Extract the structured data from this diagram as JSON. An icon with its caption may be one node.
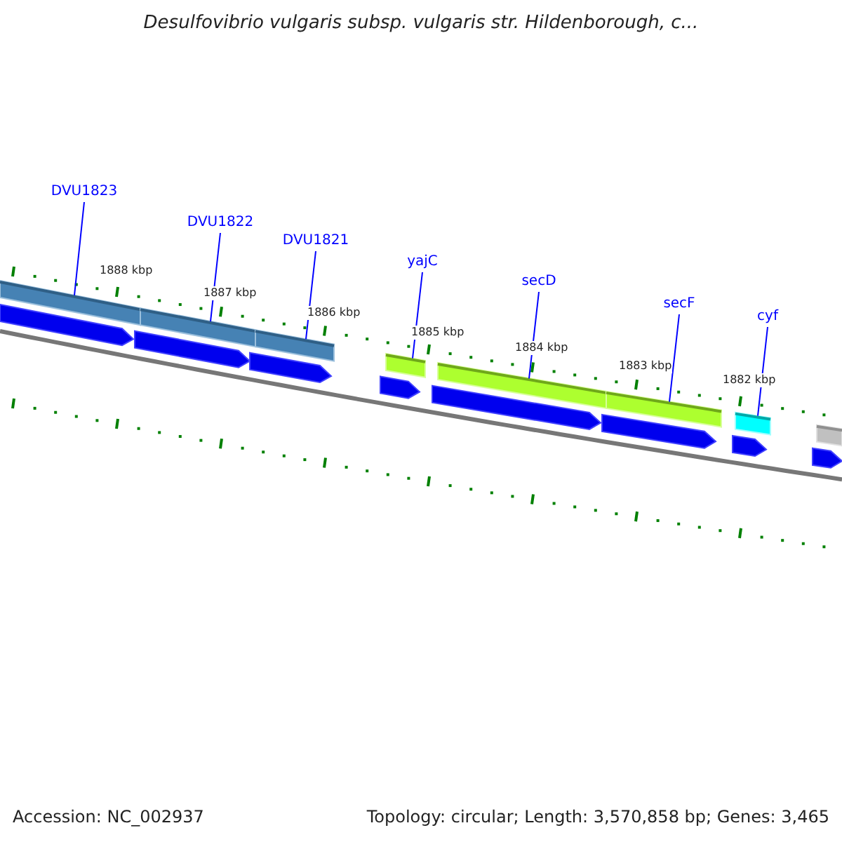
{
  "diagram": {
    "title": "Desulfovibrio vulgaris subsp. vulgaris str. Hildenborough, c...",
    "nodes": [
      {
        "text": [
          "DVU1823"
        ]
      },
      {
        "text": [
          "DVU1822"
        ]
      },
      {
        "text": [
          "DVU1821"
        ]
      },
      {
        "text": [
          "yajC"
        ]
      },
      {
        "text": [
          "secD"
        ]
      },
      {
        "text": [
          "secF"
        ]
      },
      {
        "text": [
          "cyf"
        ]
      },
      {
        "text": [],
        "shape": "bar"
      },
      {
        "text": [],
        "shape": "bar"
      },
      {
        "text": [],
        "shape": "bar"
      },
      {
        "text": [],
        "shape": "bar"
      },
      {
        "text": [],
        "shape": "bar"
      },
      {
        "text": [],
        "shape": "bar"
      },
      {
        "text": [],
        "shape": "bar"
      },
      {
        "text": [],
        "shape": "bar"
      },
      {
        "text": [],
        "shape": "arrow"
      },
      {
        "text": [],
        "shape": "arrow"
      },
      {
        "text": [],
        "shape": "arrow"
      },
      {
        "text": [],
        "shape": "arrow"
      },
      {
        "text": [],
        "shape": "arrow"
      },
      {
        "text": [],
        "shape": "arrow"
      },
      {
        "text": [],
        "shape": "arrow"
      },
      {
        "text": [],
        "shape": "arrow"
      }
    ],
    "edges": [
      {
        "from": 0,
        "to": 7,
        "arrow": "none"
      },
      {
        "from": 1,
        "to": 8,
        "arrow": "none"
      },
      {
        "from": 2,
        "to": 9,
        "arrow": "none"
      },
      {
        "from": 3,
        "to": 10,
        "arrow": "none"
      },
      {
        "from": 4,
        "to": 11,
        "arrow": "none"
      },
      {
        "from": 5,
        "to": 12,
        "arrow": "none"
      },
      {
        "from": 6,
        "to": 13,
        "arrow": "none"
      }
    ],
    "labels": [
      "1888 kbp",
      "1887 kbp",
      "1886 kbp",
      "1885 kbp",
      "1884 kbp",
      "1883 kbp",
      "1882 kbp",
      "Accession: NC_002937",
      "Topology: circular; Length: 3,570,858 bp; Genes: 3,465"
    ]
  }
}
